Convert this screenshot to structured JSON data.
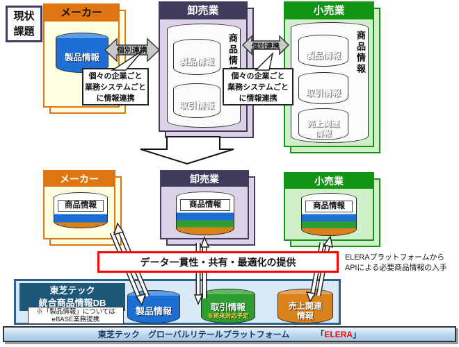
{
  "badge": {
    "line1": "現状",
    "line2": "課題"
  },
  "top_row": {
    "maker": {
      "title": "メーカー",
      "cyl1": "製品情報"
    },
    "wholesale": {
      "title": "卸売業",
      "side_label": "商品情報",
      "cyl1": "製品情報",
      "cyl2": "取引情報"
    },
    "retail": {
      "title": "小売業",
      "side_label": "商品情報",
      "cyl1": "製品情報",
      "cyl2": "取引情報",
      "cyl3_line1": "売上関連",
      "cyl3_line2": "情報"
    },
    "link1": "個別連携",
    "link2": "個別連携",
    "callout1": {
      "line1": "個々の企業ごと",
      "line2": "業務システムごと",
      "line3": "に情報連携"
    },
    "callout2": {
      "line1": "個々の企業ごと",
      "line2": "業務システムごと",
      "line3": "に情報連携"
    }
  },
  "bottom_row": {
    "maker": {
      "title": "メーカー",
      "cyl": "商品情報"
    },
    "wholesale": {
      "title": "卸売業",
      "cyl": "商品情報"
    },
    "retail": {
      "title": "小売業",
      "cyl": "商品情報"
    }
  },
  "benefit": "データ一貫性・共有・最適化の提供",
  "api_note": {
    "line1": "ELERAプラットフォームから",
    "line2": "APIによる必要商品情報の入手"
  },
  "db": {
    "title1": "東芝テック",
    "title2": "統合商品情報DB",
    "note1": "※「製品情報」については",
    "note2": "eBASE業務提携",
    "cyl1": "製品情報",
    "cyl2": "取引情報",
    "cyl2_sub": "※将来対応予定",
    "cyl3_line1": "売上関連",
    "cyl3_line2": "情報"
  },
  "footer": {
    "title": "東芝テック　グローバルリテールプラットフォーム",
    "bracket_open": "「",
    "brand": "ELERA",
    "bracket_close": "」"
  },
  "colors": {
    "maker_accent": "#DE7511",
    "maker_panel": "#FFFFDF",
    "wholesale_accent": "#413C5B",
    "wholesale_panel": "#DBD2E8",
    "retail_accent": "#149414",
    "retail_panel": "#CFEFC9",
    "cylinder_blue": "#1D6FD6",
    "cylinder_green": "#2E9E30",
    "cylinder_orange": "#D9821A",
    "benefit_border_red": "#FF0000",
    "db_header_blue": "#1E5878",
    "db_panel_blue": "#DAE9F6",
    "footer_text_navy": "#16365C",
    "brand_red": "#FF0000",
    "future_note_yellow": "#FFD83D"
  }
}
